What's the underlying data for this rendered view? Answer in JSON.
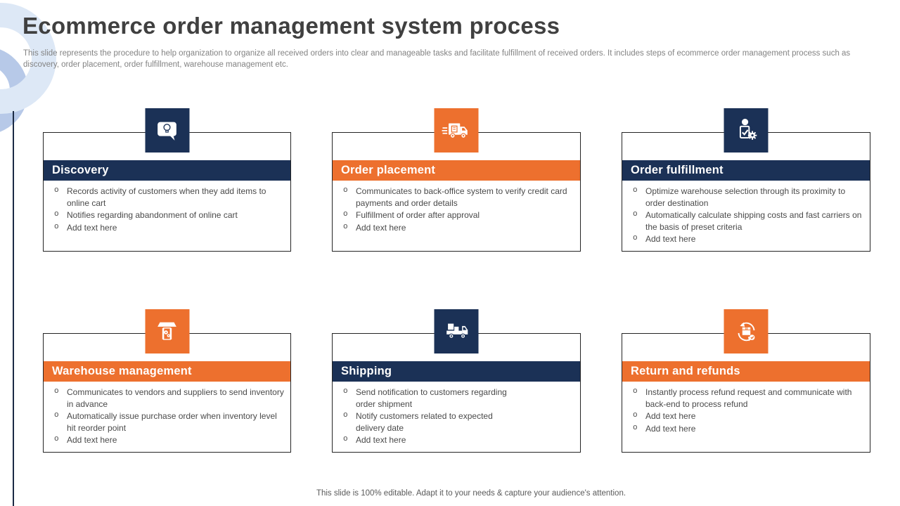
{
  "slide": {
    "title": "Ecommerce order management system process",
    "subtitle": "This slide represents the procedure to help organization to organize all received orders into clear and manageable tasks and facilitate fulfillment of received orders. It includes steps of ecommerce order management process such as discovery, order placement, order fulfillment, warehouse management etc.",
    "footer": "This slide is 100% editable. Adapt it to your needs & capture your audience's attention."
  },
  "colors": {
    "navy": "#1B3156",
    "orange": "#ED702E",
    "ring_light_blue": "#DDE8F6",
    "ring_dark_blue": "#B7C9E8",
    "title_text": "#404040",
    "subtitle_text": "#838383",
    "body_text": "#4A4A4A",
    "card_border": "#242424"
  },
  "cards": [
    {
      "title": "Discovery",
      "theme": "navy",
      "icon": "chat-lightbulb-icon",
      "bullets": [
        "Records activity of customers when they add items to online cart",
        "Notifies regarding abandonment of online cart",
        "Add text here"
      ]
    },
    {
      "title": "Order placement",
      "theme": "orange",
      "icon": "delivery-truck-icon",
      "bullets": [
        "Communicates to back-office system to verify credit card payments and order details",
        "Fulfillment of order after approval",
        "Add text here"
      ]
    },
    {
      "title": "Order fulfillment",
      "theme": "navy",
      "icon": "person-checklist-gear-icon",
      "bullets": [
        "Optimize warehouse selection through its proximity to order destination",
        "Automatically calculate shipping costs and fast carriers on the basis of preset criteria",
        "Add text here"
      ]
    },
    {
      "title": "Warehouse management",
      "theme": "orange",
      "icon": "warehouse-gears-icon",
      "bullets": [
        "Communicates to vendors and suppliers to send inventory in advance",
        "Automatically issue purchase order when inventory level hit reorder point",
        "Add text here"
      ]
    },
    {
      "title": "Shipping",
      "theme": "navy",
      "icon": "cargo-truck-boxes-icon",
      "bullets": [
        "Send notification to customers regarding order shipment",
        "Notify customers related to expected delivery date",
        "Add text here"
      ]
    },
    {
      "title": "Return and refunds",
      "theme": "orange",
      "icon": "return-box-arrows-icon",
      "bullets": [
        "Instantly process refund request and communicate with back-end to process refund",
        "Add text here",
        "Add text here"
      ]
    }
  ]
}
